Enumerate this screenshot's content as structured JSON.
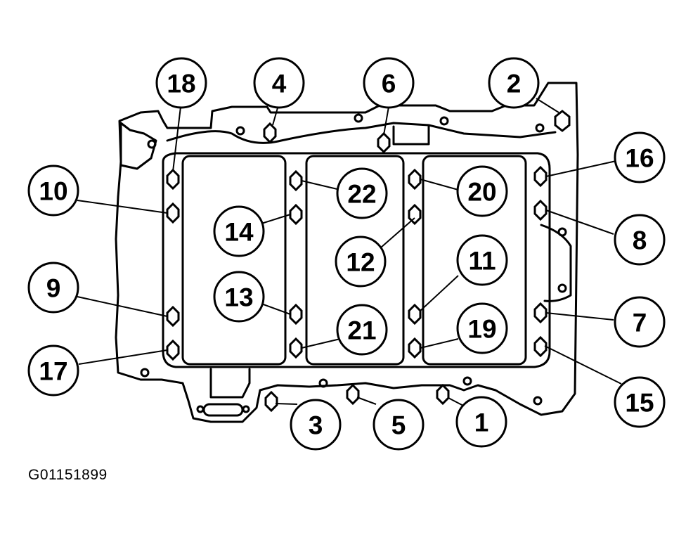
{
  "figure_id": "G01151899",
  "callouts": [
    {
      "id": "1",
      "label": "1"
    },
    {
      "id": "2",
      "label": "2"
    },
    {
      "id": "3",
      "label": "3"
    },
    {
      "id": "4",
      "label": "4"
    },
    {
      "id": "5",
      "label": "5"
    },
    {
      "id": "6",
      "label": "6"
    },
    {
      "id": "7",
      "label": "7"
    },
    {
      "id": "8",
      "label": "8"
    },
    {
      "id": "9",
      "label": "9"
    },
    {
      "id": "10",
      "label": "10"
    },
    {
      "id": "11",
      "label": "11"
    },
    {
      "id": "12",
      "label": "12"
    },
    {
      "id": "13",
      "label": "13"
    },
    {
      "id": "14",
      "label": "14"
    },
    {
      "id": "15",
      "label": "15"
    },
    {
      "id": "16",
      "label": "16"
    },
    {
      "id": "17",
      "label": "17"
    },
    {
      "id": "18",
      "label": "18"
    },
    {
      "id": "19",
      "label": "19"
    },
    {
      "id": "20",
      "label": "20"
    },
    {
      "id": "21",
      "label": "21"
    },
    {
      "id": "22",
      "label": "22"
    }
  ]
}
